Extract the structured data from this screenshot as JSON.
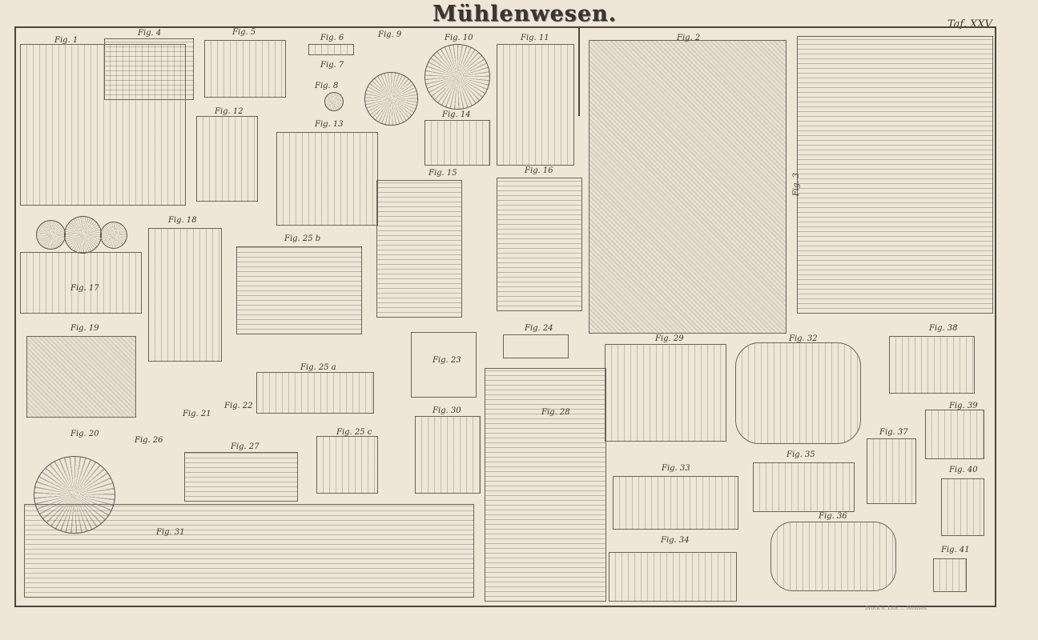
{
  "title": "Mühlenwesen.",
  "plate_number": "Taf. XXV",
  "printer_credit": "Druck u. Lith. ... Meissen",
  "figures": {
    "f1": "Fig. 1",
    "f2": "Fig. 2",
    "f3": "Fig. 3",
    "f4": "Fig. 4",
    "f5": "Fig. 5",
    "f6": "Fig. 6",
    "f7": "Fig. 7",
    "f8": "Fig. 8",
    "f9": "Fig. 9",
    "f10": "Fig. 10",
    "f11": "Fig. 11",
    "f12": "Fig. 12",
    "f13": "Fig. 13",
    "f14": "Fig. 14",
    "f15": "Fig. 15",
    "f16": "Fig. 16",
    "f17": "Fig. 17",
    "f18": "Fig. 18",
    "f19": "Fig. 19",
    "f20": "Fig. 20",
    "f21": "Fig. 21",
    "f22": "Fig. 22",
    "f23": "Fig. 23",
    "f24": "Fig. 24",
    "f25a": "Fig. 25 a",
    "f25b": "Fig. 25 b",
    "f25c": "Fig. 25 c",
    "f26": "Fig. 26",
    "f27": "Fig. 27",
    "f28": "Fig. 28",
    "f29": "Fig. 29",
    "f30": "Fig. 30",
    "f31": "Fig. 31",
    "f32": "Fig. 32",
    "f33": "Fig. 33",
    "f34": "Fig. 34",
    "f35": "Fig. 35",
    "f36": "Fig. 36",
    "f37": "Fig. 37",
    "f38": "Fig. 38",
    "f39": "Fig. 39",
    "f40": "Fig. 40",
    "f41": "Fig. 41"
  }
}
